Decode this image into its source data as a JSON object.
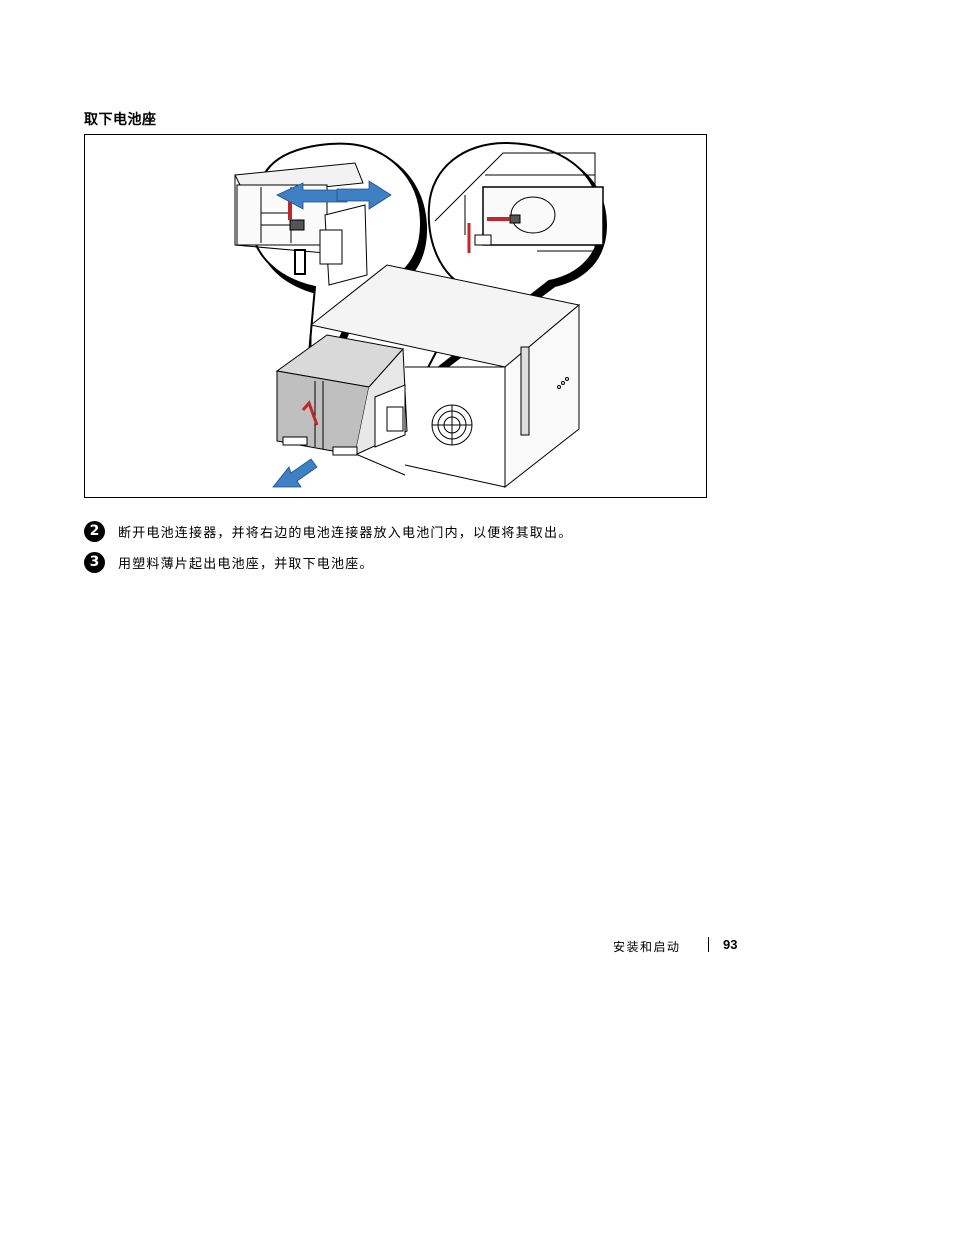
{
  "heading": "取下电池座",
  "steps": [
    {
      "number": "2",
      "text": "断开电池连接器，并将右边的电池连接器放入电池门内，以便将其取出。"
    },
    {
      "number": "3",
      "text": "用塑料薄片起出电池座，并取下电池座。"
    }
  ],
  "footer": {
    "section": "安装和启动",
    "page": "93"
  },
  "colors": {
    "arrow_blue": "#3f7fc4",
    "cable_red": "#c0262c",
    "line": "#000000"
  }
}
